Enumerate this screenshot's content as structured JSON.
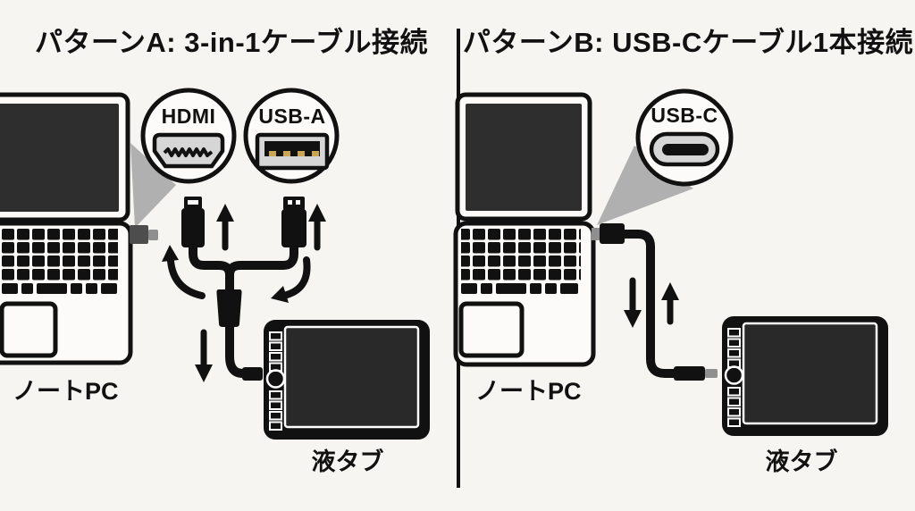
{
  "panel_a": {
    "title": "パターンA: 3-in-1ケーブル接続",
    "callouts": [
      {
        "label": "HDMI"
      },
      {
        "label": "USB-A"
      }
    ],
    "laptop_label": "ノートPC",
    "tablet_label": "液タブ"
  },
  "panel_b": {
    "title": "パターンB: USB-Cケーブル1本接続",
    "callouts": [
      {
        "label": "USB-C"
      }
    ],
    "laptop_label": "ノートPC",
    "tablet_label": "液タブ"
  },
  "colors": {
    "background": "#f7f5f2",
    "ink": "#111111",
    "screen_fill": "#2e2e2e",
    "tablet_screen_fill": "#292929",
    "wedge": "#b0b0b0",
    "port_fill": "#d6d6d6",
    "usb_pins": "#c9a54d",
    "connector_gray": "#8f8f8f",
    "connector_dark": "#4d4d4d"
  }
}
